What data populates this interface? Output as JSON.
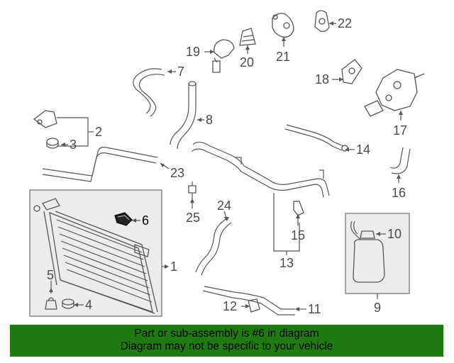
{
  "callouts": {
    "c1": "1",
    "c2": "2",
    "c3": "3",
    "c4": "4",
    "c5": "5",
    "c6": "6",
    "c7": "7",
    "c8": "8",
    "c9": "9",
    "c10": "10",
    "c11": "11",
    "c12": "12",
    "c13": "13",
    "c14": "14",
    "c15": "15",
    "c16": "16",
    "c17": "17",
    "c18": "18",
    "c19": "19",
    "c20": "20",
    "c21": "21",
    "c22": "22",
    "c23": "23",
    "c24": "24",
    "c25": "25"
  },
  "highlight": {
    "part_number": "6",
    "color": "#000000"
  },
  "footer": {
    "line1": "Part or sub-assembly is #6 in diagram",
    "line2": "Diagram may not be specific to your vehicle",
    "background": "#1f7a12"
  }
}
